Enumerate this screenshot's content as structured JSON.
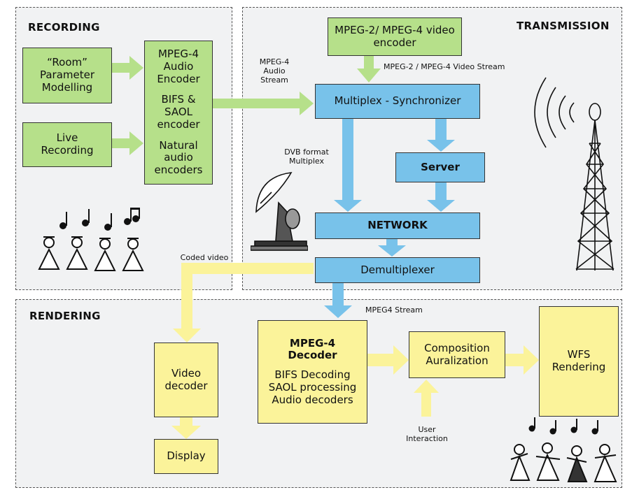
{
  "sections": {
    "recording": "RECORDING",
    "transmission": "TRANSMISSION",
    "rendering": "RENDERING"
  },
  "boxes": {
    "room_param": "“Room” Parameter Modelling",
    "live_recording": "Live Recording",
    "encoders": {
      "audio_encoder": "MPEG-4 Audio Encoder",
      "bifs_saol": "BIFS & SAOL encoder",
      "natural": "Natural audio encoders"
    },
    "video_encoder": "MPEG-2/ MPEG-4 video encoder",
    "multiplex": "Multiplex - Synchronizer",
    "server": "Server",
    "network": "NETWORK",
    "demultiplexer": "Demultiplexer",
    "video_decoder": "Video decoder",
    "display": "Display",
    "mpeg4_decoder": {
      "title": "MPEG-4 Decoder",
      "lines": [
        "BIFS Decoding",
        "SAOL processing",
        "Audio decoders"
      ]
    },
    "composition": "Composition Auralization",
    "wfs": "WFS Rendering"
  },
  "labels": {
    "audio_stream": "MPEG-4 Audio Stream",
    "video_stream": "MPEG-2 / MPEG-4 Video Stream",
    "dvb": "DVB format Multiplex",
    "coded_video": "Coded video",
    "mpeg4_stream": "MPEG4 Stream",
    "user_interaction": "User Interaction"
  },
  "colors": {
    "green": "#b6e08a",
    "blue": "#78c2ea",
    "yellow": "#fbf39a",
    "section_bg": "#f1f2f3"
  }
}
